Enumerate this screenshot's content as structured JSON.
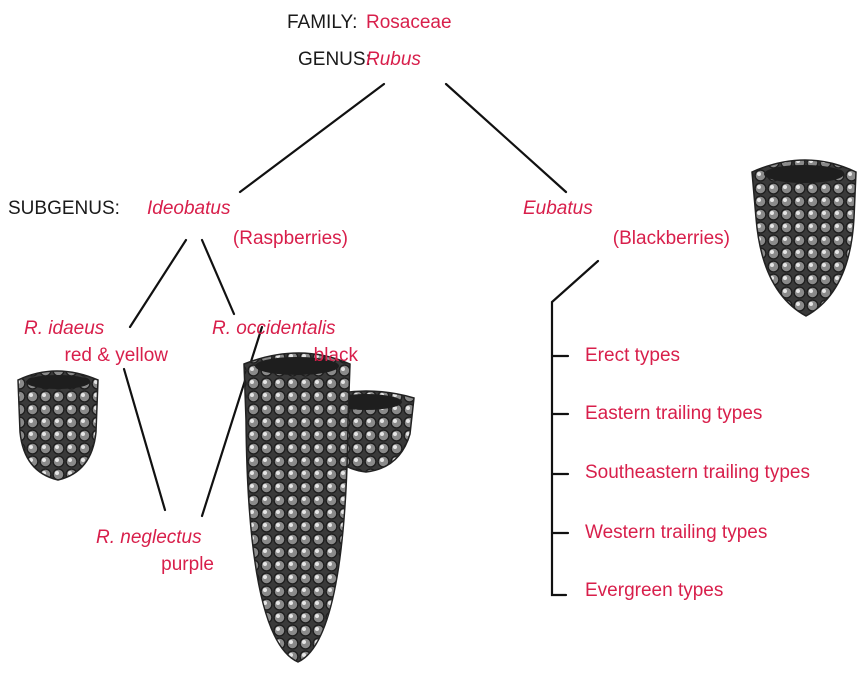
{
  "family": {
    "label": "FAMILY:",
    "name": "Rosaceae"
  },
  "genus": {
    "label": "GENUS:",
    "name": "Rubus"
  },
  "subgenus_label": "SUBGENUS:",
  "ideobatus": {
    "name": "Ideobatus",
    "common": "(Raspberries)"
  },
  "eubatus": {
    "name": "Eubatus",
    "common": "(Blackberries)"
  },
  "r_idaeus": {
    "name": "R. idaeus",
    "color": "red & yellow"
  },
  "r_occidentalis": {
    "name": "R. occidentalis",
    "color": "black"
  },
  "r_neglectus": {
    "name": "R. neglectus",
    "color": "purple"
  },
  "blackberry_types": [
    "Erect types",
    "Eastern trailing types",
    "Southeastern trailing types",
    "Western trailing types",
    "Evergreen types"
  ],
  "colors": {
    "accent": "#d81f4b",
    "text": "#1a1a1a",
    "line": "#111111"
  }
}
